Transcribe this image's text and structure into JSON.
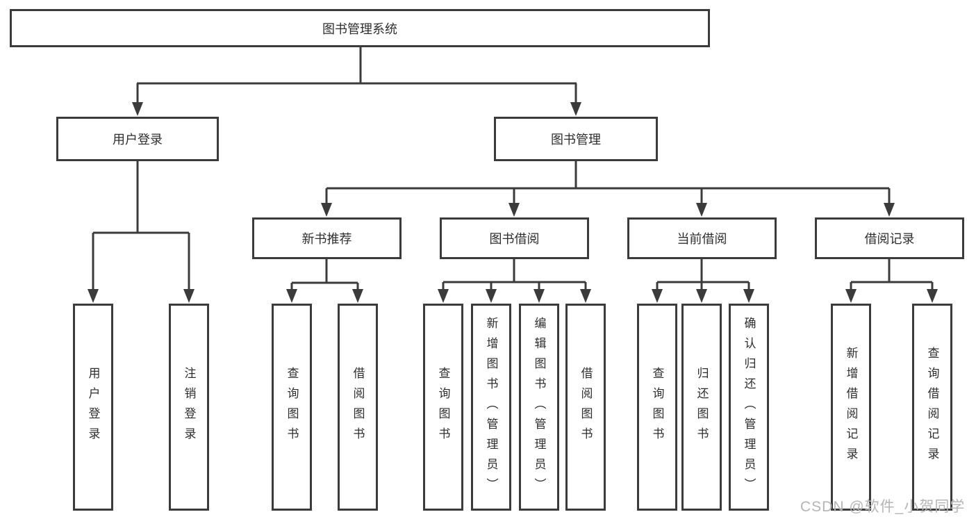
{
  "diagram_type": "functional-structure-tree",
  "tree": {
    "label": "图书管理系统",
    "children": [
      {
        "label": "用户登录",
        "children": [
          {
            "label": "用户登录"
          },
          {
            "label": "注销登录"
          }
        ]
      },
      {
        "label": "图书管理",
        "children": [
          {
            "label": "新书推荐",
            "children": [
              {
                "label": "查询图书"
              },
              {
                "label": "借阅图书"
              }
            ]
          },
          {
            "label": "图书借阅",
            "children": [
              {
                "label": "查询图书"
              },
              {
                "label": "新增图书（管理员）"
              },
              {
                "label": "编辑图书（管理员）"
              },
              {
                "label": "借阅图书"
              }
            ]
          },
          {
            "label": "当前借阅",
            "children": [
              {
                "label": "查询图书"
              },
              {
                "label": "归还图书"
              },
              {
                "label": "确认归还（管理员）"
              }
            ]
          },
          {
            "label": "借阅记录",
            "children": [
              {
                "label": "新增借阅记录"
              },
              {
                "label": "查询借阅记录"
              }
            ]
          }
        ]
      }
    ]
  },
  "colors": {
    "line": "#3b3b3b",
    "box_fill": "#ffffff",
    "text": "#2e2e2e",
    "watermark": "#b5b5b6"
  },
  "watermark": {
    "text": "CSDN @软件_小贺同学"
  }
}
